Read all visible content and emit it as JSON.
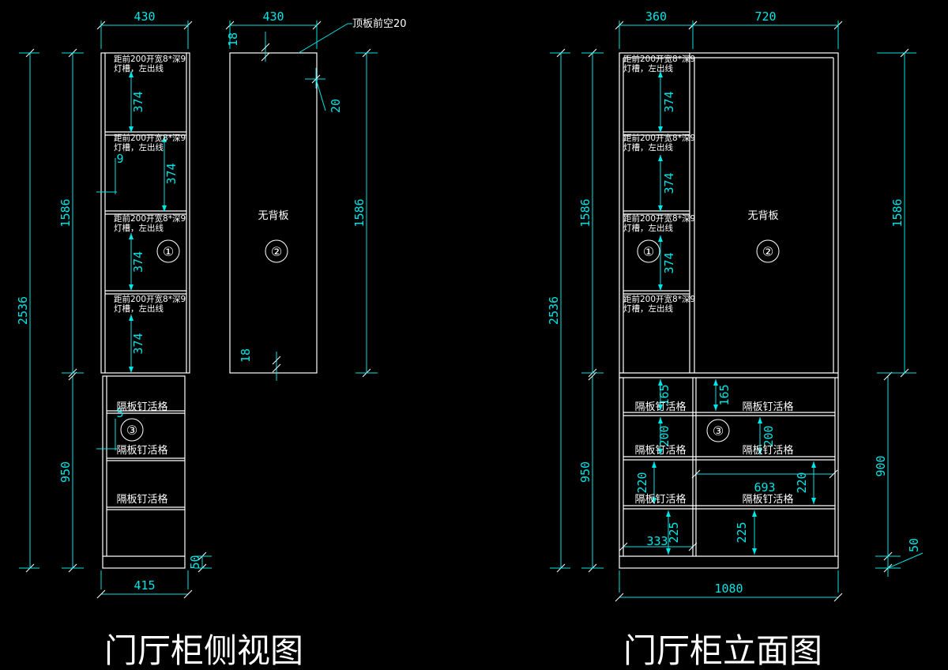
{
  "side_view": {
    "title": "门厅柜侧视图",
    "dims": {
      "top_width": "430",
      "bottom_width": "415",
      "total_height": "2536",
      "upper_height": "1586",
      "lower_height": "950",
      "plinth": "50",
      "shelf_spacing": [
        "374",
        "374",
        "374",
        "374"
      ],
      "small_9": "9",
      "small_5": "5"
    },
    "note_groove": "距前200开宽8*深9 灯槽，左出线",
    "shelf_label": "隔板钉活格",
    "marks": [
      "①",
      "③"
    ]
  },
  "panel_view": {
    "dims": {
      "width": "430",
      "top_thickness": "18",
      "bottom_thickness": "18",
      "setback": "20",
      "height": "1586"
    },
    "callout": "顶板前空20",
    "no_back": "无背板",
    "mark": "②"
  },
  "front_view": {
    "title": "门厅柜立面图",
    "dims": {
      "left_width": "360",
      "right_width": "720",
      "total_width": "1080",
      "total_height": "2536",
      "upper_height": "1586",
      "lower_height": "950",
      "lower_right_height": "900",
      "plinth": "50",
      "upper_spacing": [
        "374",
        "374",
        "374"
      ],
      "gaps": [
        "165",
        "200",
        "220",
        "225"
      ],
      "inner_width": "693",
      "bottom_left_width": "333"
    },
    "note_groove": "距前200开宽8*深9 灯槽，左出线",
    "shelf_label": "隔板钉活格",
    "no_back": "无背板",
    "marks": [
      "①",
      "②",
      "③"
    ]
  },
  "colors": {
    "background": "#000000",
    "lines": "#ffffff",
    "dimensions": "#00e5e5"
  }
}
